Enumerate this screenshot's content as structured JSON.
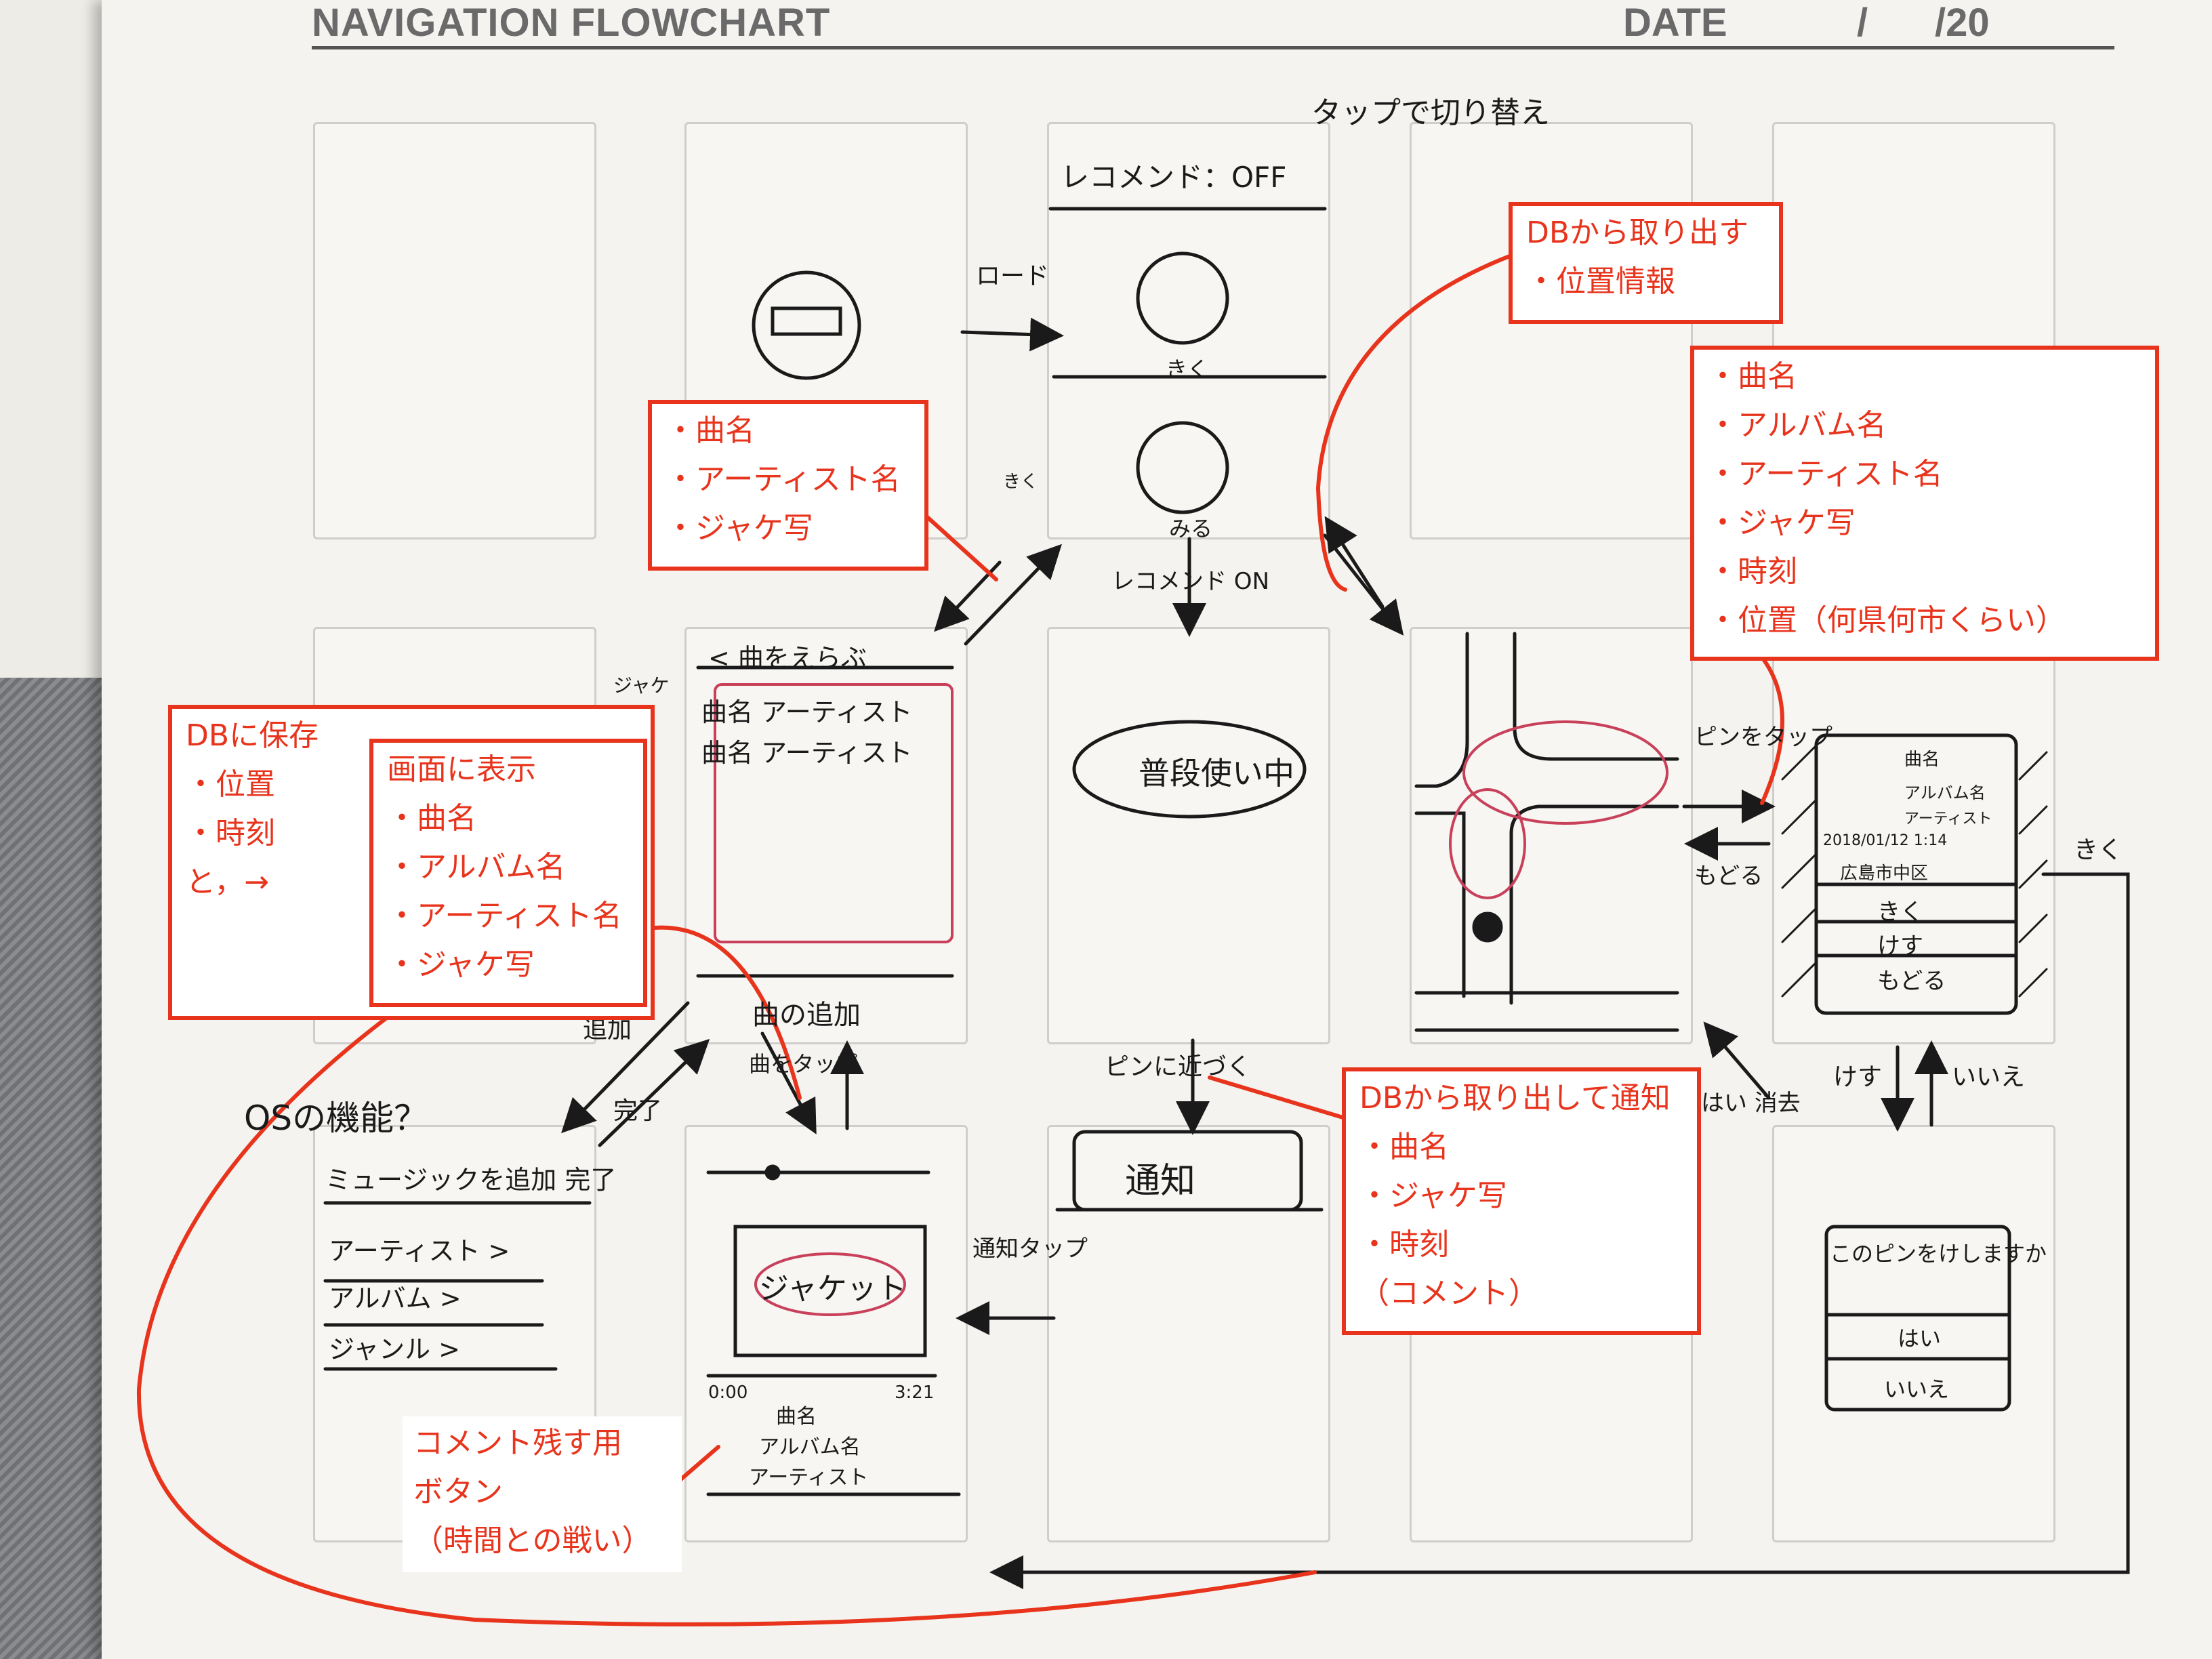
{
  "header": {
    "title": "NAVIGATION FLOWCHART",
    "date_label": "DATE",
    "date_sep": "/",
    "date_year": "/20"
  },
  "sketch": {
    "top_center": {
      "recommend": "レコメンド：OFF",
      "listen": "きく",
      "look": "みる"
    },
    "toggle_note": "タップで切り替え",
    "load_label": "ロード",
    "recommend_on": "レコメンド ON",
    "listen_small": "きく",
    "pick_screen": {
      "header": "< 曲をえらぶ",
      "rows": [
        "曲名 アーティスト",
        "曲名 アーティスト"
      ],
      "jacket_tag": "ジャケ",
      "add_song": "曲の追加"
    },
    "normal_use": "普段使い中",
    "pin_tap": "ピンをタップ",
    "back": "もどる",
    "pin_approach": "ピンに近づく",
    "notification": "通知",
    "notify_tap": "通知タップ",
    "add": "追加",
    "done": "完了",
    "song_tap": "曲をタップ",
    "os_feature": "OSの機能？",
    "music_add_screen": {
      "header": "ミュージックを追加 完了",
      "items": [
        "アーティスト >",
        "アルバム >",
        "ジャンル >"
      ]
    },
    "player": {
      "jacket": "ジャケット",
      "time_start": "0:00",
      "time_end": "3:21",
      "song": "曲名",
      "album": "アルバム名",
      "artist": "アーティスト"
    },
    "pin_detail": {
      "song": "曲名",
      "album": "アルバム名",
      "artist": "アーティスト",
      "datetime": "2018/01/12 1:14",
      "place": "広島市中区",
      "buttons": [
        "きく",
        "けす",
        "もどる"
      ]
    },
    "listen_right": "きく",
    "delete": "けす",
    "no": "いいえ",
    "yes_delete": "はい 消去",
    "dialog": {
      "message": "このピンをけしますか",
      "yes": "はい",
      "no": "いいえ"
    }
  },
  "annotations": {
    "db_fetch_location": [
      "DBから取り出す",
      "・位置情報"
    ],
    "pin_info": [
      "・曲名",
      "・アルバム名",
      "・アーティスト名",
      "・ジャケ写",
      "・時刻",
      "・位置（何県何市くらい）"
    ],
    "top_left_info": [
      "・曲名",
      "・アーティスト名",
      "・ジャケ写"
    ],
    "db_save": [
      "DBに保存",
      "・位置",
      "・時刻",
      "と，→"
    ],
    "screen_display": [
      "画面に表示",
      "・曲名",
      "・アルバム名",
      "・アーティスト名",
      "・ジャケ写"
    ],
    "db_notify": [
      "DBから取り出して通知",
      "・曲名",
      "・ジャケ写",
      "・時刻",
      "（コメント）"
    ],
    "comment_button": [
      "コメント残す用",
      "ボタン",
      "（時間との戦い）"
    ]
  },
  "colors": {
    "annotation_red": "#e8341c",
    "ink": "#1a1a1a",
    "grid": "#cfcecb",
    "sketch_pink": "#c8405a"
  }
}
